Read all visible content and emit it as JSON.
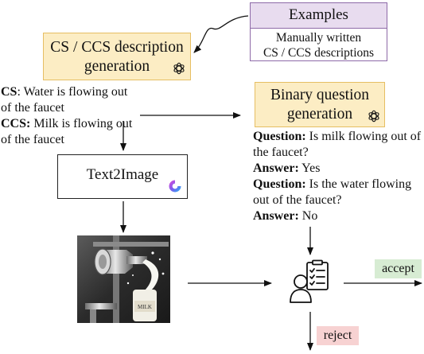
{
  "examples": {
    "title": "Examples",
    "lines": [
      "Manually written",
      "CS / CCS descriptions"
    ]
  },
  "description_generation": {
    "line1": "CS / CCS description",
    "line2": "generation",
    "icon": "openai-icon"
  },
  "descriptions": {
    "cs_label": "CS",
    "cs_text": ": Water is flowing out of the faucet",
    "ccs_label": "CCS:",
    "ccs_text": " Milk is flowing out of the faucet"
  },
  "text2image": {
    "label": "Text2Image",
    "icon": "image-generator-logo-icon"
  },
  "question_generation": {
    "line1": "Binary question",
    "line2": "generation",
    "icon": "openai-icon"
  },
  "qa": [
    {
      "q_label": "Question:",
      "q_text": " Is milk flowing out of the faucet?",
      "a_label": "Answer:",
      "a_text": " Yes"
    },
    {
      "q_label": "Question:",
      "q_text": " Is the water flowing out of the faucet?",
      "a_label": "Answer:",
      "a_text": " No"
    }
  ],
  "outcomes": {
    "accept": "accept",
    "reject": "reject"
  },
  "image": {
    "bottle_label": "MILK"
  },
  "colors": {
    "examples_border": "#8e6aa8",
    "examples_fill": "#e8dcef",
    "generation_fill": "#fcedc4",
    "generation_border": "#e6be63",
    "accept_fill": "#d7ecd3",
    "reject_fill": "#f7d2d2"
  }
}
